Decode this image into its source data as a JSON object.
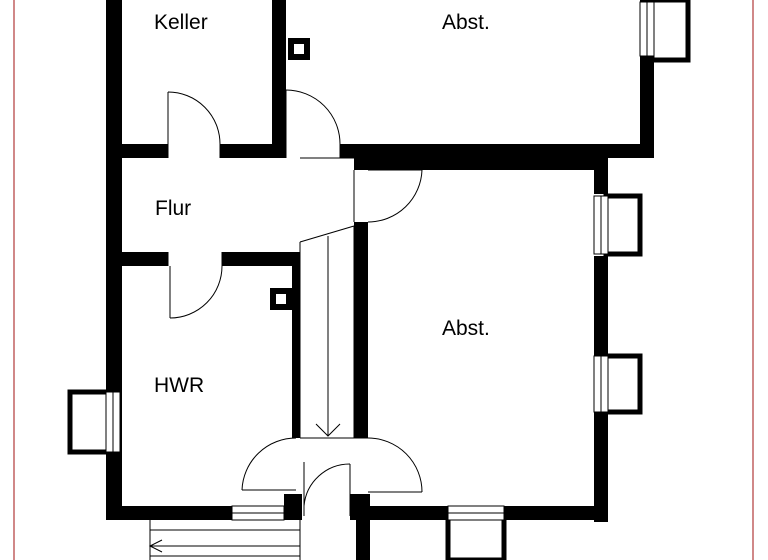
{
  "rooms": {
    "keller": "Keller",
    "abst_top": "Abst.",
    "flur": "Flur",
    "abst_right": "Abst.",
    "hwr": "HWR"
  },
  "colors": {
    "wall": "#000000",
    "border": "#b23a3a",
    "background": "#ffffff"
  }
}
